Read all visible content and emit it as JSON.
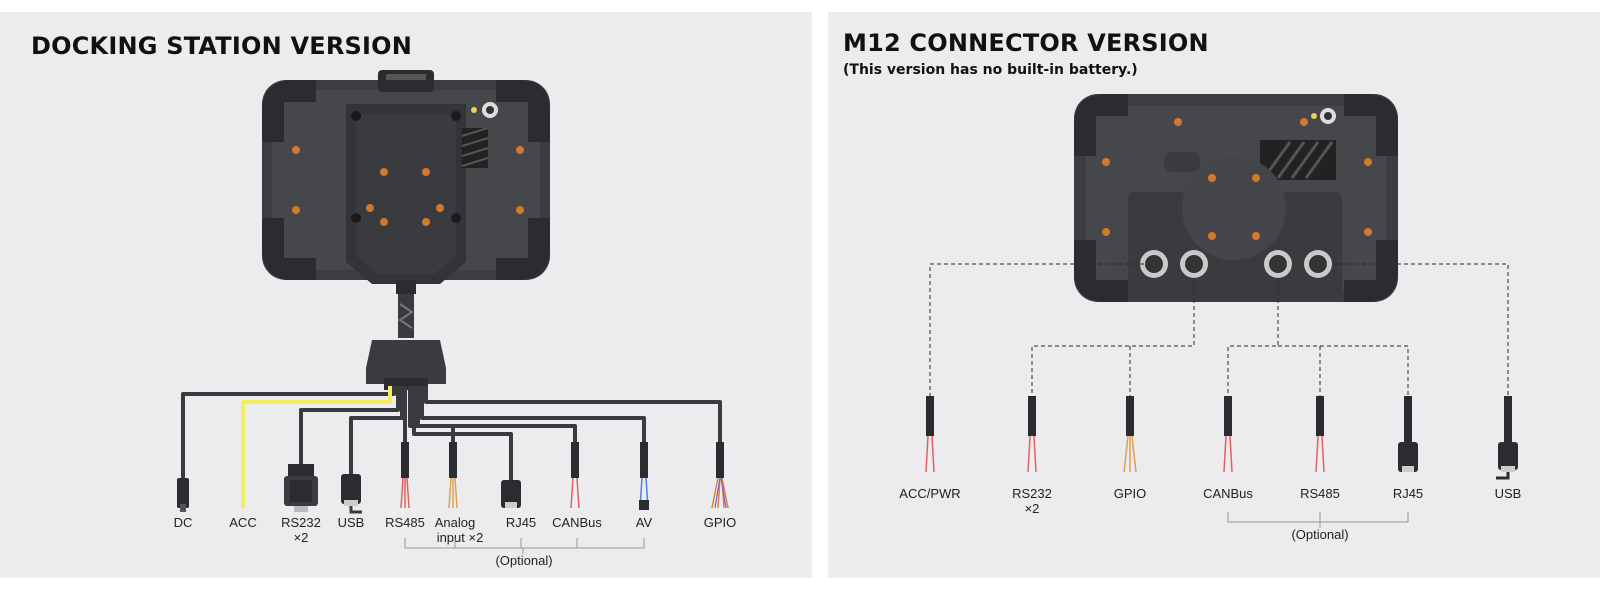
{
  "left": {
    "title": "DOCKING STATION VERSION",
    "labels": {
      "dc": "DC",
      "acc": "ACC",
      "rs232_line1": "RS232",
      "rs232_line2": "×2",
      "usb": "USB",
      "rs485": "RS485",
      "analog_line1": "Analog",
      "analog_line2": "input ×2",
      "rj45": "RJ45",
      "canbus": "CANBus",
      "av": "AV",
      "gpio": "GPIO"
    },
    "optional": "(Optional)"
  },
  "right": {
    "title": "M12 CONNECTOR VERSION",
    "subtitle": "(This version has no built-in battery.)",
    "labels": {
      "acc_pwr": "ACC/PWR",
      "rs232_line1": "RS232",
      "rs232_line2": "×2",
      "gpio": "GPIO",
      "canbus": "CANBus",
      "rs485": "RS485",
      "rj45": "RJ45",
      "usb": "USB"
    },
    "optional": "(Optional)"
  },
  "colors": {
    "device_body": "#3c3d40",
    "device_dark": "#2b2c2f",
    "screw_orange": "#d07a2e",
    "cable": "#3a3b3f",
    "acc_cable": "#f1ee5a",
    "dashed_line": "#2a2a2a",
    "bracket": "#999999"
  }
}
